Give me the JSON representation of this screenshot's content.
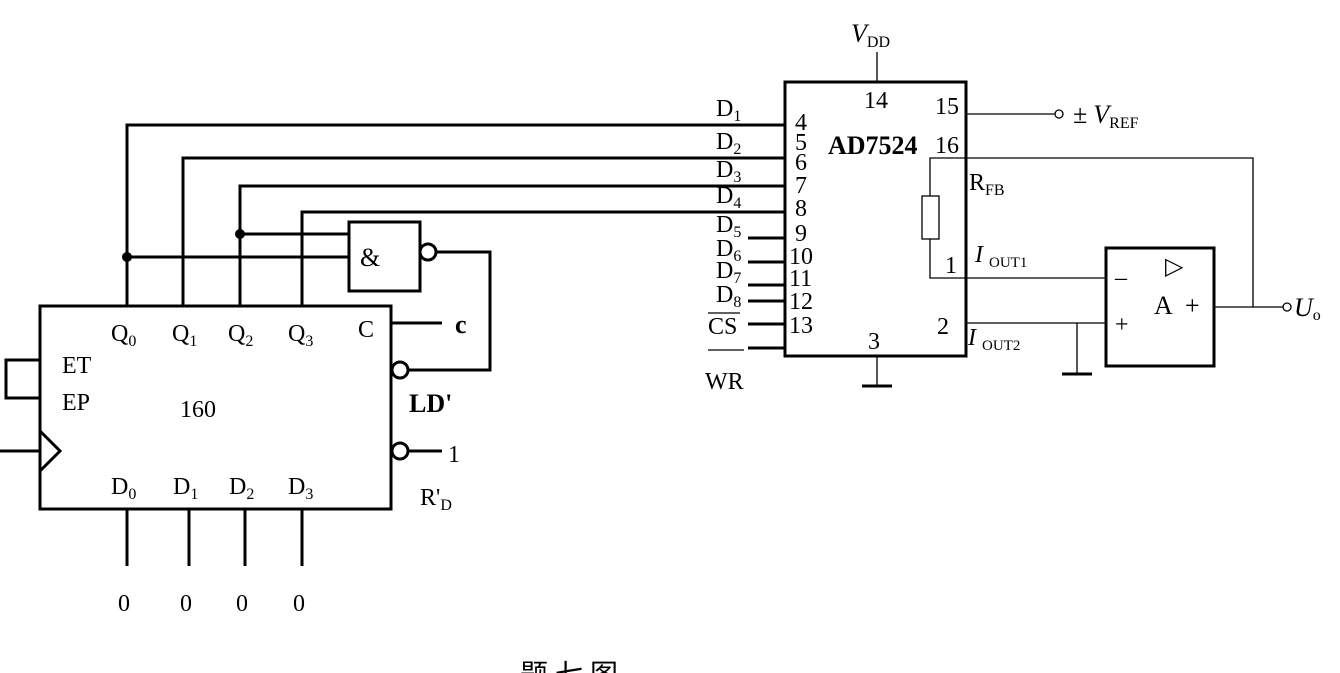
{
  "counter": {
    "chip": "160",
    "et": "ET",
    "ep": "EP",
    "q": [
      "Q",
      "Q",
      "Q",
      "Q"
    ],
    "q_sub": [
      "0",
      "1",
      "2",
      "3"
    ],
    "d": [
      "D",
      "D",
      "D",
      "D"
    ],
    "d_sub": [
      "0",
      "1",
      "2",
      "3"
    ],
    "c_pin": "C",
    "c_out": "c",
    "ld": "LD'",
    "rd": "R'",
    "rd_sub": "D",
    "rd_in": "1",
    "d_inputs": [
      "0",
      "0",
      "0",
      "0"
    ]
  },
  "gate": {
    "symbol": "&"
  },
  "dac": {
    "name": "AD7524",
    "vdd": "V",
    "vdd_sub": "DD",
    "vref_sign": "±",
    "vref": "V",
    "vref_sub": "REF",
    "pin14": "14",
    "pin15": "15",
    "pin16": "16",
    "pin1": "1",
    "pin2": "2",
    "pin3": "3",
    "rfb": "R",
    "rfb_sub": "FB",
    "iout": "I",
    "iout1_sub": "OUT1",
    "iout2_sub": "OUT2",
    "d": [
      "D",
      "D",
      "D",
      "D",
      "D",
      "D",
      "D",
      "D"
    ],
    "d_sub": [
      "1",
      "2",
      "3",
      "4",
      "5",
      "6",
      "7",
      "8"
    ],
    "d_pins": [
      "4",
      "5",
      "6",
      "7",
      "8",
      "9",
      "10",
      "11",
      "12"
    ],
    "cs": "CS",
    "cs_pin": "13",
    "wr": "WR"
  },
  "opamp": {
    "name": "A",
    "plus_out": "+",
    "minus_in": "–",
    "plus_in": "+",
    "tri": "▷",
    "out": "U",
    "out_sub": "o"
  },
  "caption": "题 七 图"
}
